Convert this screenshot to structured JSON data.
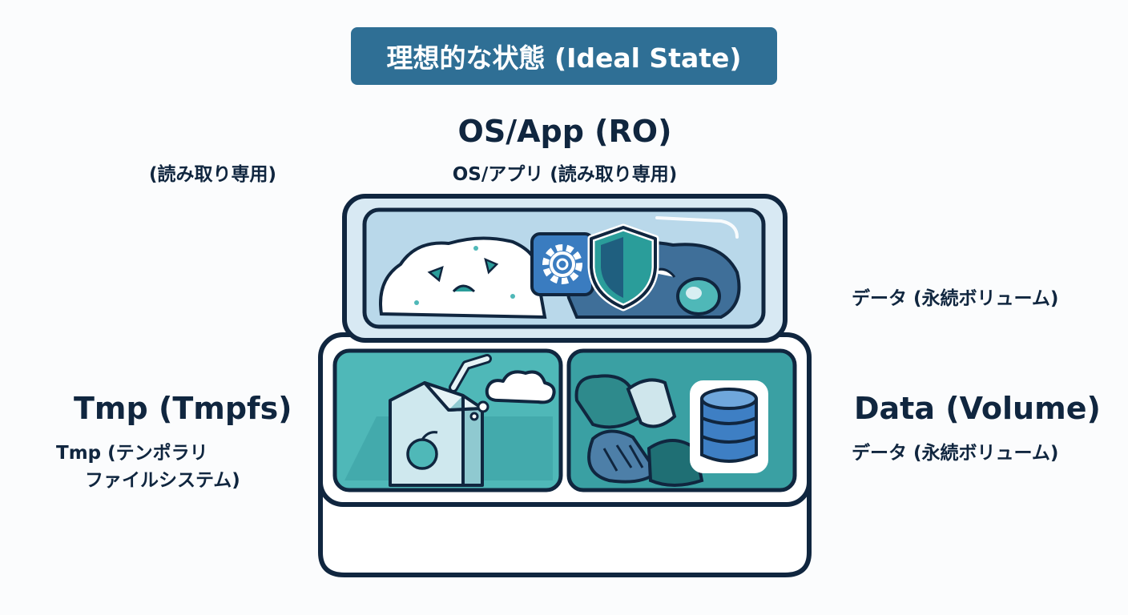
{
  "title": "理想的な状態 (Ideal State)",
  "os_app": {
    "title": "OS/App (RO)",
    "subtitle": "OS/アプリ (読み取り専用)",
    "side_note": "(読み取り専用)"
  },
  "tmp": {
    "title": "Tmp (Tmpfs)",
    "subtitle_line1": "Tmp (テンポラリ",
    "subtitle_line2": "ファイルシステム)"
  },
  "data": {
    "title": "Data (Volume)",
    "subtitle": "データ (永続ボリューム)",
    "side_note": "データ (永続ボリューム)"
  },
  "icons": [
    "gear-icon",
    "shield-icon",
    "database-icon",
    "juice-box-icon",
    "cloud-icon",
    "rice-icon",
    "vegetables-icon"
  ],
  "colors": {
    "title_badge": "#2f6f95",
    "outline": "#10263f",
    "teal": "#4fb8b8",
    "lid_glass": "#b9d8ea",
    "gear_blue": "#3a7cc0",
    "shield_teal": "#2a9d9a",
    "database_blue": "#3e7fc4"
  }
}
